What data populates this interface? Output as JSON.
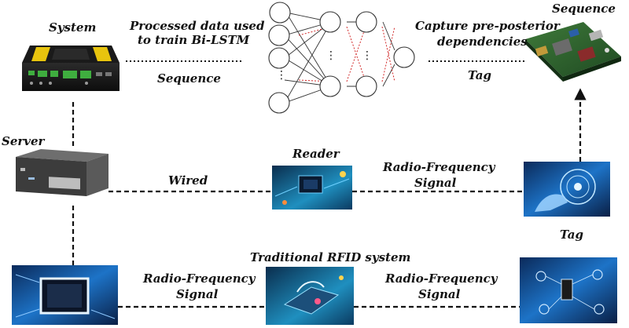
{
  "labels": {
    "system": "System",
    "server": "Server",
    "processed": "Processed data used",
    "processed2": "to train Bi-LSTM",
    "sequence_left": "Sequence",
    "capture": "Capture pre-posterior",
    "capture2": "dependencies",
    "sequence_right": "Sequence",
    "tag_mid": "Tag",
    "reader": "Reader",
    "wired": "Wired",
    "rf1a": "Radio-Frequency",
    "rf1b": "Signal",
    "tag_right": "Tag",
    "traditional": "Traditional RFID system",
    "rf2a": "Radio-Frequency",
    "rf2b": "Signal",
    "rf3a": "Radio-Frequency",
    "rf3b": "Signal"
  },
  "colors": {
    "line": "#111111",
    "neural_link_red": "#d22a2a",
    "tech_blue": "#1d73c7"
  }
}
